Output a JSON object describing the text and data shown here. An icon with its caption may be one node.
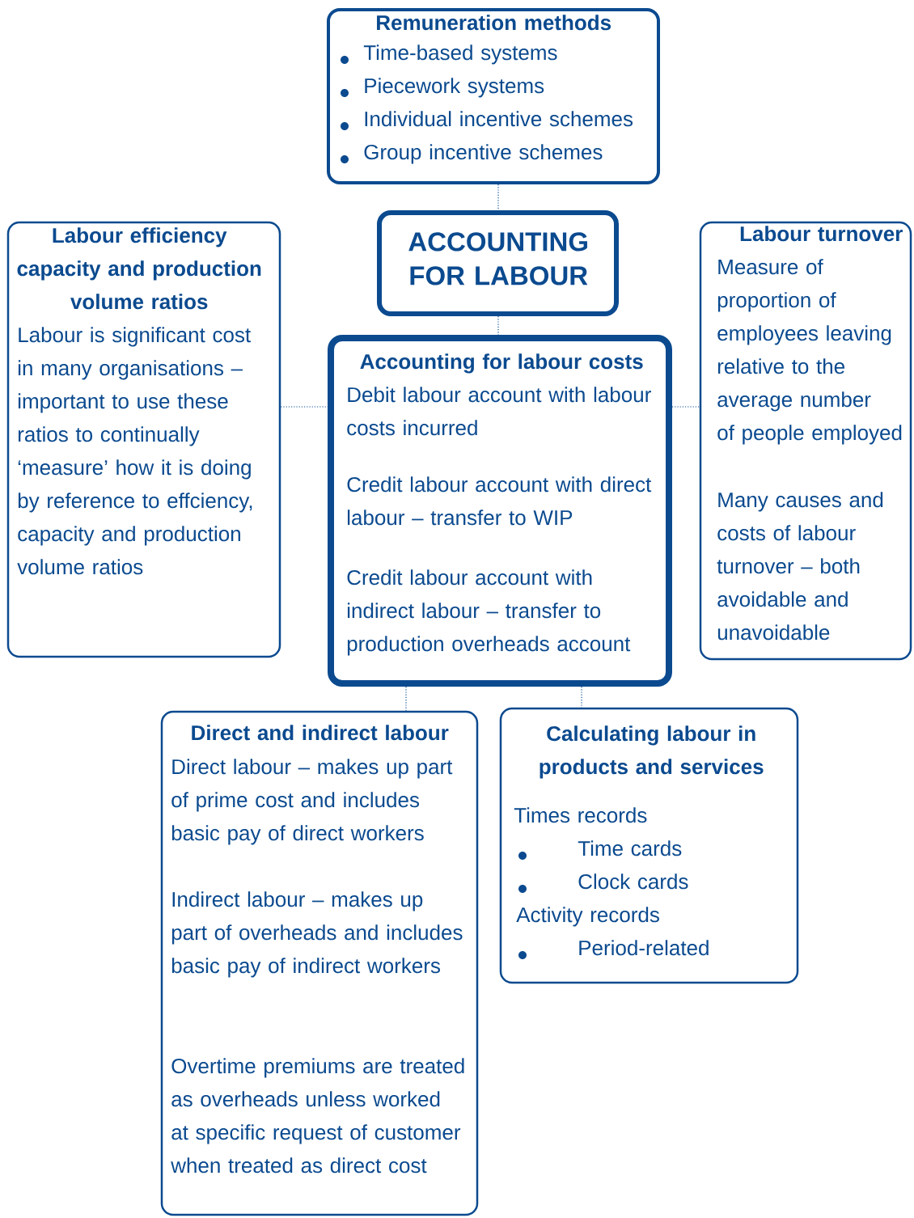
{
  "diagram": {
    "nodes": [
      {
        "text": [
          "Remuneration methods",
          "Time-based systems",
          "Piecework systems",
          "Individual incentive schemes",
          "Group incentive schemes"
        ]
      },
      {
        "text": [
          "ACCOUNTING FOR LABOUR"
        ]
      },
      {
        "text": [
          "Labour efficiency capacity and production volume ratios",
          "Labour is significant cost in many organisations – important to use these ratios to continually ‘measure’ how it is doing by reference to effciency, capacity and production volume ratios"
        ]
      },
      {
        "text": [
          "Accounting for labour costs",
          "Debit labour account with labour costs incurred",
          "Credit labour account with direct labour – transfer to WIP",
          "Credit labour account with indirect labour – transfer to production overheads account"
        ]
      },
      {
        "text": [
          "Labour turnover",
          "Measure of proportion of employees leaving relative to the average number of people employed",
          "Many causes and costs of labour turnover – both avoidable and unavoidable"
        ]
      },
      {
        "text": [
          "Direct and indirect labour",
          "Direct labour – makes up part of prime cost and includes basic pay of direct workers",
          "Indirect labour – makes up part of overheads and includes basic pay of indirect workers",
          "Overtime premiums are treated as overheads unless worked at specific request of customer when treated as direct cost"
        ]
      },
      {
        "text": [
          "Calculating labour in products and services",
          "Times records",
          "Time cards",
          "Clock cards",
          "Activity records",
          "Period-related"
        ]
      }
    ],
    "edges": [
      {
        "from": 0,
        "to": 1,
        "arrow": "none"
      },
      {
        "from": 1,
        "to": 3,
        "arrow": "none"
      },
      {
        "from": 2,
        "to": 3,
        "arrow": "none"
      },
      {
        "from": 3,
        "to": 4,
        "arrow": "none"
      },
      {
        "from": 3,
        "to": 5,
        "arrow": "none"
      },
      {
        "from": 3,
        "to": 6,
        "arrow": "none"
      }
    ]
  }
}
